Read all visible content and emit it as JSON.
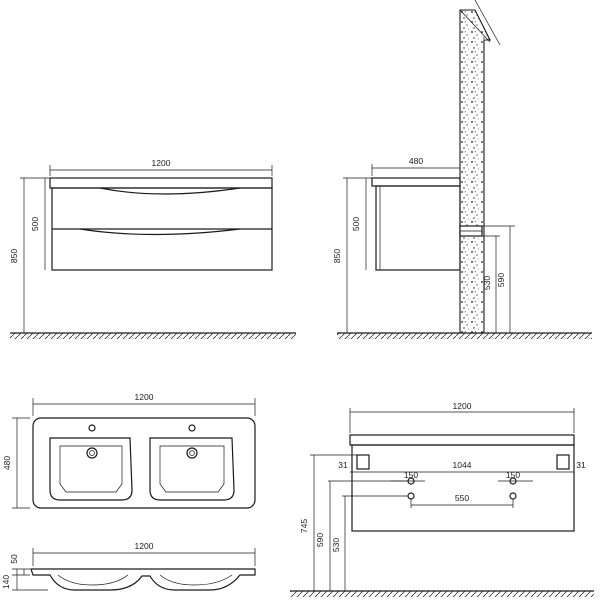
{
  "front_view": {
    "width_label": "1200",
    "height_label": "500",
    "floor_height_label": "850"
  },
  "side_view": {
    "depth_label": "480",
    "height_label": "500",
    "floor_height_label": "850",
    "pipe_low_label": "530",
    "pipe_high_label": "590"
  },
  "basin_top_view": {
    "width_label": "1200",
    "depth_label": "480"
  },
  "basin_side_view": {
    "width_label": "1200",
    "rim_label": "50",
    "height_label": "140"
  },
  "install_view": {
    "width_label": "1200",
    "left_offset_label": "31",
    "right_offset_label": "31",
    "bracket_span_label": "1044",
    "left_hole_label": "150",
    "right_hole_label": "150",
    "drain_span_label": "550",
    "mount_height_label": "745",
    "pipe_high_label": "590",
    "pipe_low_label": "530"
  }
}
